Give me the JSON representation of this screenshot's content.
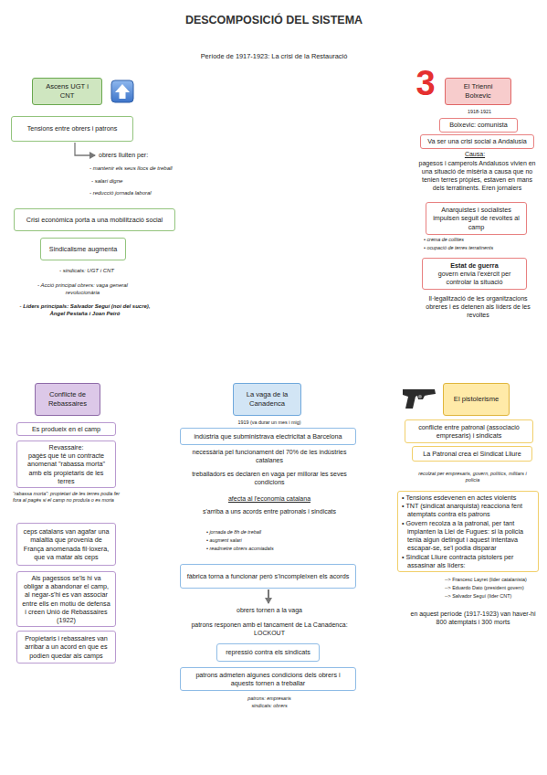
{
  "diagram": {
    "title": "DESCOMPOSICIÓ DEL SISTEMA",
    "nodes": [
      {
        "text": [
          "Ascens UGT i CNT"
        ]
      },
      {
        "text": [
          "Tensions entre obrers i patrons"
        ]
      },
      {
        "text": [
          "Crisi econòmica porta a una mobilització social"
        ]
      },
      {
        "text": [
          "Sindicalisme augmenta"
        ]
      },
      {
        "text": [
          "El Trienni Bolxevic"
        ]
      },
      {
        "text": [
          "Bolxevic: comunista"
        ]
      },
      {
        "text": [
          "Va ser una crisi social a Andalusia"
        ]
      },
      {
        "text": [
          "Anarquistes i socialistes impulsen seguit de revoltes al camp"
        ]
      },
      {
        "text": [
          "Estat de guerra",
          "govern envia l'exèrcit per controlar la situació"
        ]
      },
      {
        "text": [
          "Conflicte de Rebassaires"
        ]
      },
      {
        "text": [
          "Es produeix en el camp"
        ]
      },
      {
        "text": [
          "Revassaire:",
          "pagès que té un contracte anomenat \"rabassa morta\" amb els propietaris de les terres"
        ]
      },
      {
        "text": [
          "ceps catalans van agafar una malaltia que provenia de França anomenada fil·loxera, que va matar als ceps"
        ]
      },
      {
        "text": [
          "Als pagessos se'ls hi va obligar a abandonar el camp, al negar-s'hi es van associar entre ells en motiu de defensa i creen Unió de Rebassaires (1922)"
        ]
      },
      {
        "text": [
          "Propietaris i rebassaires van arribar a un acord en que es podien quedar als camps"
        ]
      },
      {
        "text": [
          "La vaga de la Canadenca"
        ]
      },
      {
        "text": [
          "indústria que subministrava electricitat a Barcelona"
        ]
      },
      {
        "text": [
          "fàbrica torna a funcionar però s'incompleixen els acords"
        ]
      },
      {
        "text": [
          "repressió contra els sindicats"
        ]
      },
      {
        "text": [
          "patrons admeten algunes condicions dels obrers i aquests tornen a treballar"
        ]
      },
      {
        "text": [
          "El pistolerisme"
        ]
      },
      {
        "text": [
          "conflicte entre patronal (associació empresaris) i sindicats"
        ]
      },
      {
        "text": [
          "La Patronal crea el Sindicat Lliure"
        ]
      },
      {
        "text": [
          "• Tensions esdevenen en actes violents",
          "• TNT (sindicat anarquista) reacciona fent atemptats contra els patrons",
          "• Govern recolza a la patronal, per tant implanten la Llei de Fugues: si la policia tenia algun detingut i aquest intentava escapar-se, se'l podia disparar",
          "• Sindicat Lliure contracta pistolers per assasinar als líders:"
        ]
      }
    ],
    "labels": [
      "Període de 1917-1923: La crisi de la Restauració",
      "obrers lluiten per:",
      "- mantenir els seus llocs de treball",
      "- salari digne",
      "- reducció jornada laboral",
      "- sindicats: UGT i CNT",
      "- Acció principal obrers: vaga general revolucionària",
      "- Líders principals: Salvador Seguí (noi del sucre), Àngel Pestaña i Joan Peiró",
      "3",
      "1918-1921",
      "Causa:",
      "pagesos i camperols Andalusos vivien en una situació de misèria a causa que no tenien terres pròpies, estaven en mans dels terratinents. Eren jornalers",
      "• crema de collites",
      "• ocupació de terres terratinents",
      "Il·legalització de les organitzacions obreres i es detenen als líders de les revoltes",
      "“rabassa morta”: propietari de les terres podia fer fora al pagès si el camp no produïa o es moria",
      "1919 (va durar un mes i mig)",
      "necessària pel funcionament del 70% de les indústries catalanes",
      "treballadors es declaren en vaga per millorar les seves condicions",
      "afecta al l'economia catalana",
      "s'arriba a uns acords entre patronals i sindicats",
      "• jornada de 8h de treball",
      "• augment salari",
      "• readmetre obrers acomiadats",
      "obrers tornen a la vaga",
      "patrons responen amb el tancament de La Canadenca: LOCKOUT",
      "patrons: empresaris",
      "sindicats: obrers",
      "recolzat per empresaris, govern, polítics, militars i policia",
      "--> Francesc Layret (líder catalanista)",
      "--> Eduardo Dato (president govern)",
      "--> Salvador Seguí (líder CNT)",
      "en aquest període (1917-1923) van haver-hi 800 atemptats i 300 morts"
    ]
  }
}
